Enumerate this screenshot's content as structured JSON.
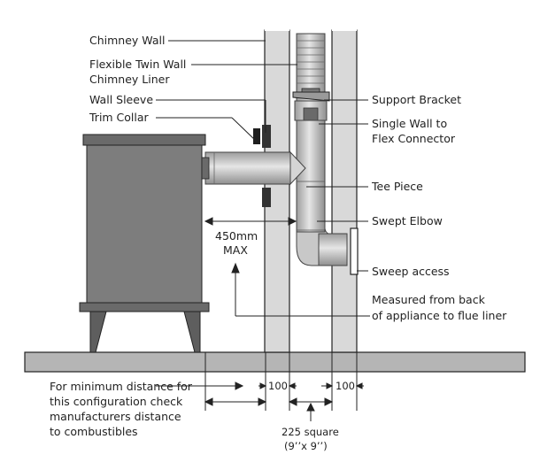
{
  "labels": {
    "chimney_wall": "Chimney Wall",
    "flexible_liner_1": "Flexible Twin Wall",
    "flexible_liner_2": "Chimney Liner",
    "wall_sleeve": "Wall Sleeve",
    "trim_collar": "Trim Collar",
    "support_bracket": "Support Bracket",
    "single_wall_1": "Single Wall to",
    "single_wall_2": "Flex Connector",
    "tee_piece": "Tee Piece",
    "swept_elbow": "Swept Elbow",
    "sweep_access": "Sweep access",
    "measured_1": "Measured from back",
    "measured_2": "of appliance to flue liner",
    "dist_value": "450mm",
    "dist_max": "MAX",
    "min_note_1": "For minimum distance for",
    "min_note_2": "this configuration check",
    "min_note_3": "manufacturers distance",
    "min_note_4": "to combustibles",
    "dim_100_left": "100",
    "dim_100_right": "100",
    "square_1": "225 square",
    "square_2": "(9’’x 9’’)"
  },
  "colors": {
    "stove": "#7d7d7d",
    "stove_dark": "#5e5e5e",
    "pipe": "#c4c4c4",
    "pipe_dark": "#8e8e8e",
    "wall_fill": "#d9d9d9",
    "ground": "#b5b5b5",
    "line": "#222222"
  }
}
